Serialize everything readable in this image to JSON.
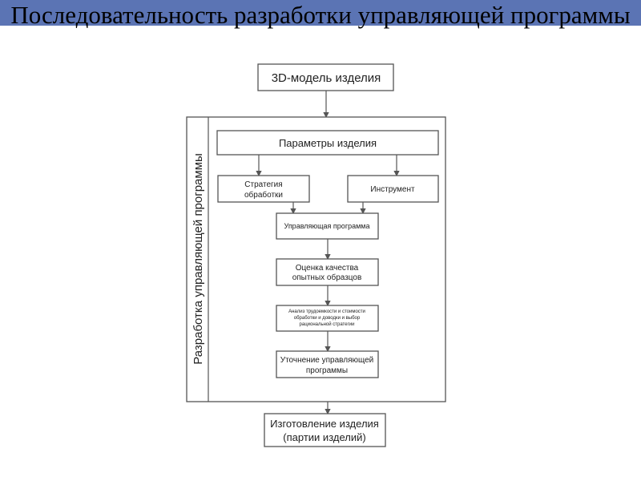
{
  "title": "Последовательность разработки управляющей программы",
  "colors": {
    "title_band": "#5b74b4",
    "stroke": "#555555"
  },
  "diagram": {
    "group_label": "Разработка управляющей программы",
    "nodes": {
      "model": "3D-модель изделия",
      "params": "Параметры изделия",
      "strategy_1": "Стратегия",
      "strategy_2": "обработки",
      "tool": "Инструмент",
      "program": "Управляющая программа",
      "quality_1": "Оценка качества",
      "quality_2": "опытных образцов",
      "analysis_1": "Анализ трудоемкости и стоимости",
      "analysis_2": "обработки и доводки и выбор",
      "analysis_3": "рациональной стратегии",
      "refine_1": "Уточнение управляющей",
      "refine_2": "программы",
      "make_1": "Изготовление изделия",
      "make_2": "(партии изделий)"
    }
  }
}
